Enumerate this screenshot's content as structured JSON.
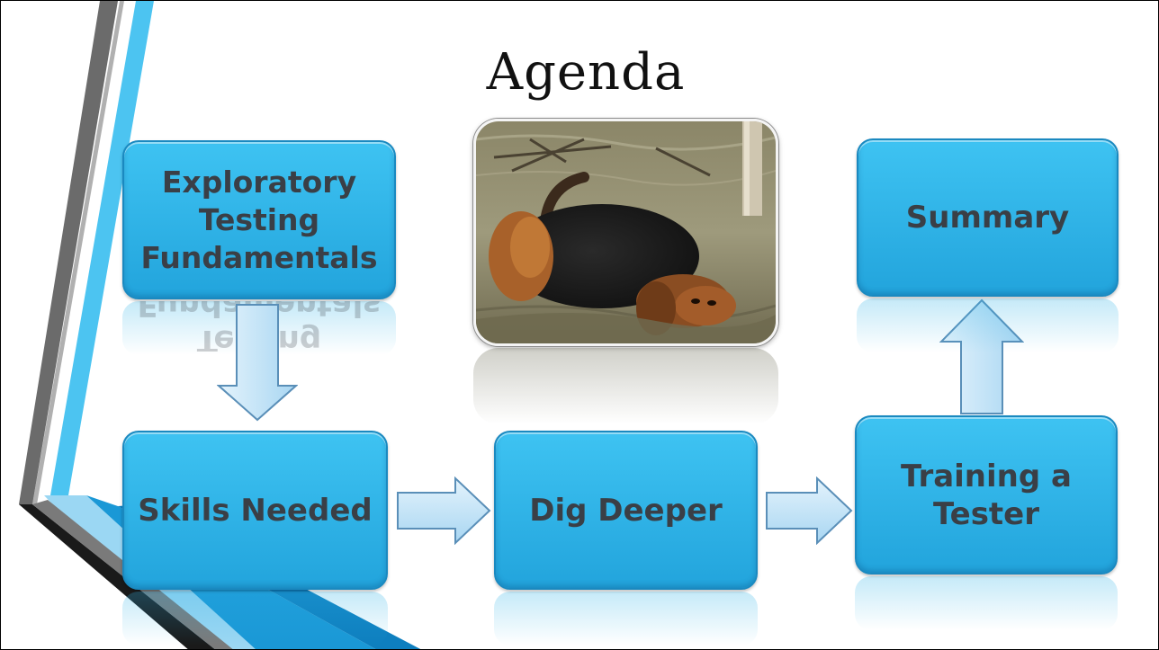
{
  "slide": {
    "title": "Agenda"
  },
  "boxes": {
    "exploratory": "Exploratory\nTesting\nFundamentals",
    "skills": "Skills Needed",
    "dig": "Dig Deeper",
    "training": "Training a\nTester",
    "summary": "Summary"
  },
  "colors": {
    "box_fill": "#2fb2e6",
    "box_border": "#1a89c0",
    "box_text": "#3a3f46",
    "arrow_fill": "#c5e4f7",
    "arrow_border": "#5a8fb8",
    "accent_blue": "#2fb2e6",
    "accent_gray": "#5a5a5a"
  },
  "icons": {
    "photo": "bloodhound-in-water-photo",
    "arrows": [
      "arrow-down",
      "arrow-right",
      "arrow-right",
      "arrow-up"
    ]
  }
}
